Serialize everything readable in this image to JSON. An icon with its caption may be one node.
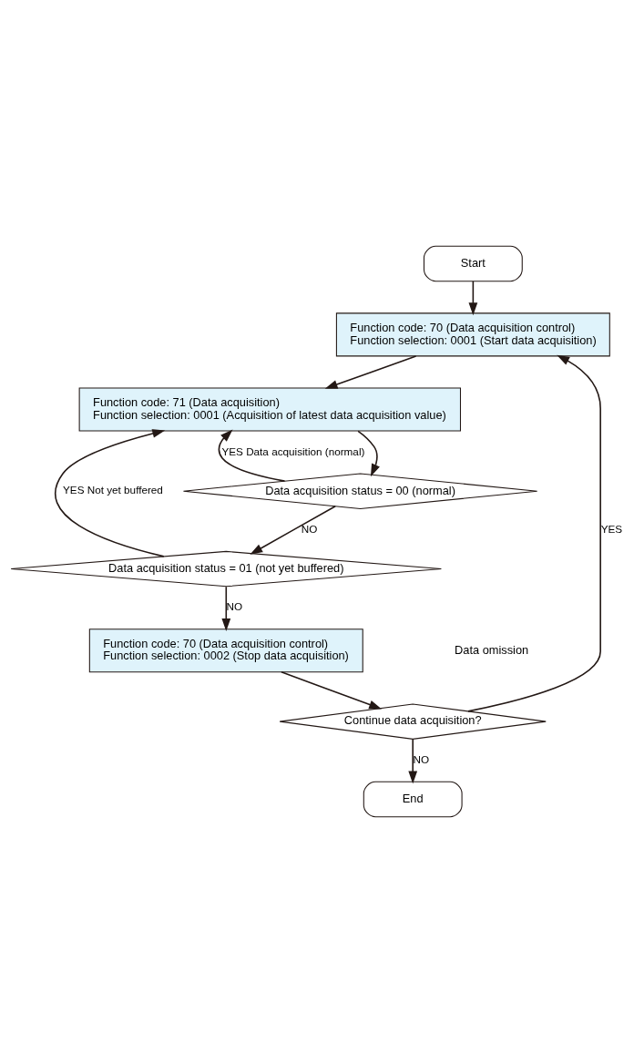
{
  "diagram": {
    "nodes": [
      {
        "text": [
          "Start"
        ]
      },
      {
        "text": [
          "Function code: 70 (Data acquisition control)",
          "Function selection: 0001 (Start data acquisition)"
        ]
      },
      {
        "text": [
          "Function code: 71 (Data acquisition)",
          "Function selection: 0001 (Acquisition of latest data acquisition value)"
        ]
      },
      {
        "text": [
          "Data acquisition status = 00 (normal)"
        ]
      },
      {
        "text": [
          "Data acquisition status = 01 (not yet buffered)"
        ]
      },
      {
        "text": [
          "Function code: 70 (Data acquisition control)",
          "Function selection: 0002 (Stop data acquisition)"
        ]
      },
      {
        "text": [
          "Continue data acquisition?"
        ]
      },
      {
        "text": [
          "End"
        ]
      }
    ],
    "edges": [
      {
        "from": 0,
        "to": 1,
        "arrow": "to"
      },
      {
        "from": 1,
        "to": 2,
        "arrow": "to"
      },
      {
        "from": 2,
        "to": 3,
        "arrow": "to"
      },
      {
        "from": 3,
        "to": 2,
        "arrow": "to",
        "label": "YES Data acquisition (normal)"
      },
      {
        "from": 3,
        "to": 4,
        "arrow": "to",
        "label": "NO"
      },
      {
        "from": 4,
        "to": 2,
        "arrow": "to",
        "label": "YES Not yet buffered"
      },
      {
        "from": 4,
        "to": 5,
        "arrow": "to",
        "label": "NO"
      },
      {
        "from": 5,
        "to": 6,
        "arrow": "to"
      },
      {
        "from": 6,
        "to": 1,
        "arrow": "to",
        "label": "YES"
      },
      {
        "from": 6,
        "to": 7,
        "arrow": "to",
        "label": "NO"
      }
    ],
    "labels": [
      "Data omission"
    ]
  }
}
